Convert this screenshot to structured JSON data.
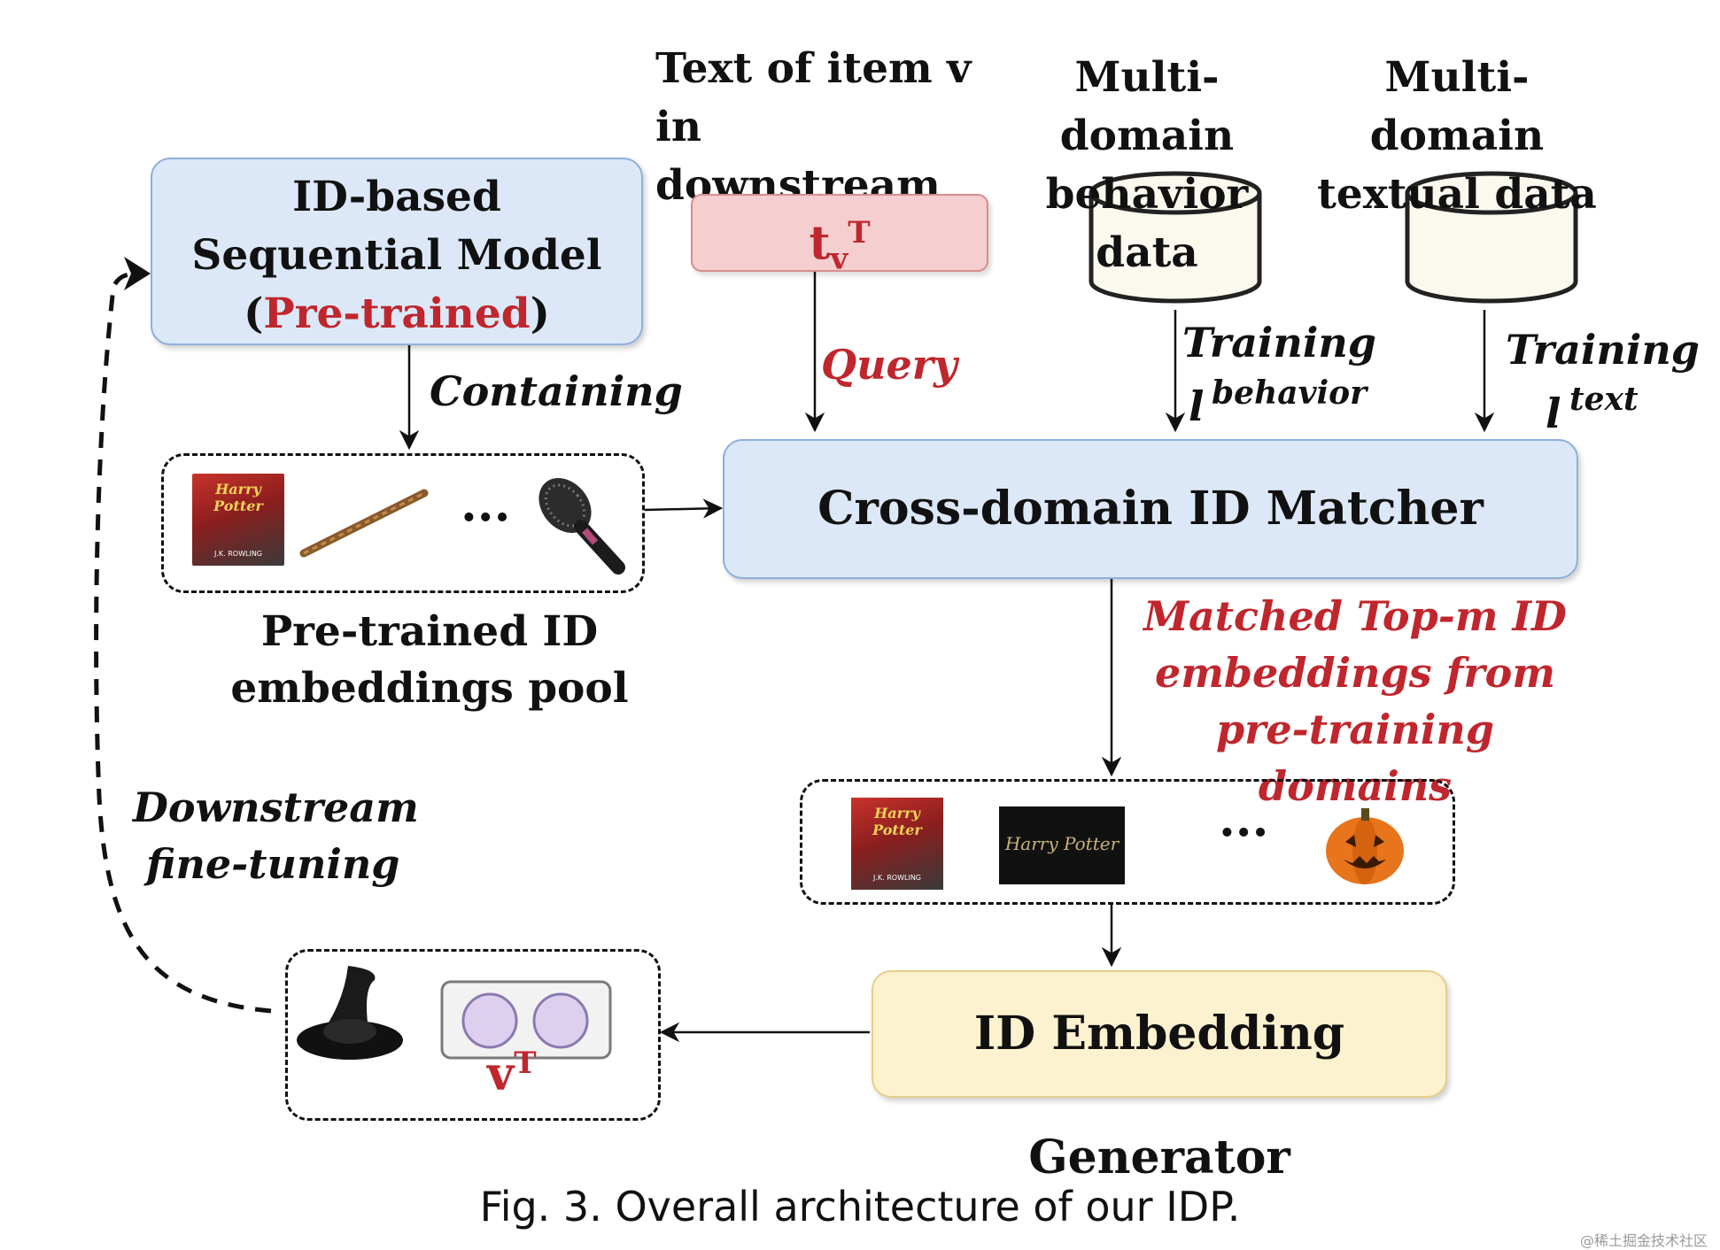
{
  "labels": {
    "text_item_line1": "Text of item v",
    "text_item_line2": "in downstream",
    "behavior_line1": "Multi-domain",
    "behavior_line2": "behavior data",
    "textual_line1": "Multi-domain",
    "textual_line2": "textual data",
    "pool_line1": "Pre-trained ID",
    "pool_line2": "embeddings pool"
  },
  "boxes": {
    "seq_line1": "ID-based",
    "seq_line2": "Sequential Model",
    "seq_open": "(",
    "seq_pretrained": "Pre-trained",
    "seq_close": ")",
    "tv_base": "t",
    "tv_sub": "v",
    "tv_sup": "T",
    "matcher": "Cross-domain ID Matcher",
    "generator": "ID Embedding Generator",
    "vt_base": "v",
    "vt_sup": "T"
  },
  "edges": {
    "containing": "Containing",
    "query": "Query",
    "training1": "Training",
    "l1": "l",
    "behavior": "behavior",
    "training2": "Training",
    "l2": "l",
    "text": "text",
    "matched_line1": "Matched Top-m ID",
    "matched_line2": "embeddings from",
    "matched_line3": "pre-training domains",
    "finetune_line1": "Downstream",
    "finetune_line2": "fine-tuning"
  },
  "pool_items": {
    "book_title": "Harry Potter",
    "book_author": "J.K. ROWLING",
    "ellipsis": "..."
  },
  "matched_items": {
    "book_title": "Harry Potter",
    "book_author": "J.K. ROWLING",
    "dvd_title": "Harry Potter",
    "ellipsis": "..."
  },
  "caption": "Fig. 3.  Overall architecture of our IDP.",
  "watermark": "@稀土掘金技术社区",
  "colors": {
    "blue_box": "#dce8f8",
    "pink_box": "#f5cfcf",
    "yellow_box": "#fdf2cf",
    "red_text": "#c0262d"
  }
}
